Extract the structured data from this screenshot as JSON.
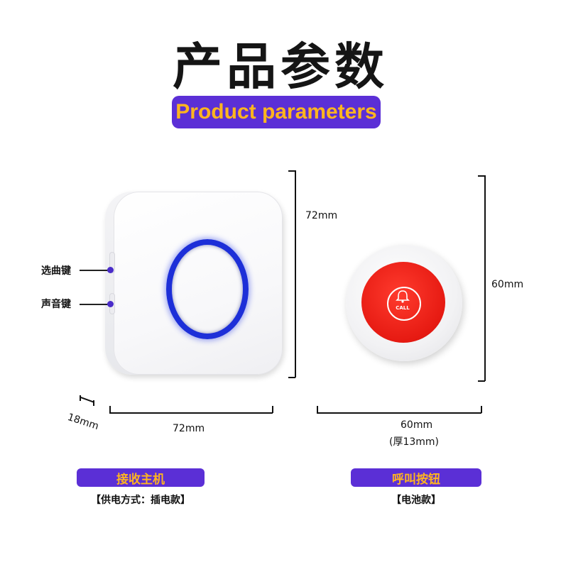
{
  "header": {
    "title": "产品参数",
    "subtitle": "Product parameters"
  },
  "receiver": {
    "side_labels": [
      "选曲键",
      "声音键"
    ],
    "height": "72mm",
    "width": "72mm",
    "depth": "18mm",
    "name": "接收主机",
    "note": "【供电方式：插电款】"
  },
  "call_button": {
    "icon_text": "CALL",
    "height": "60mm",
    "width": "60mm",
    "thickness": "(厚13mm)",
    "name": "呼叫按钮",
    "note": "【电池款】"
  },
  "colors": {
    "accent": "#5b2fd6",
    "label_text": "#ffb51f",
    "button_red": "#e61a12",
    "ring_blue": "#1d2fd8"
  }
}
